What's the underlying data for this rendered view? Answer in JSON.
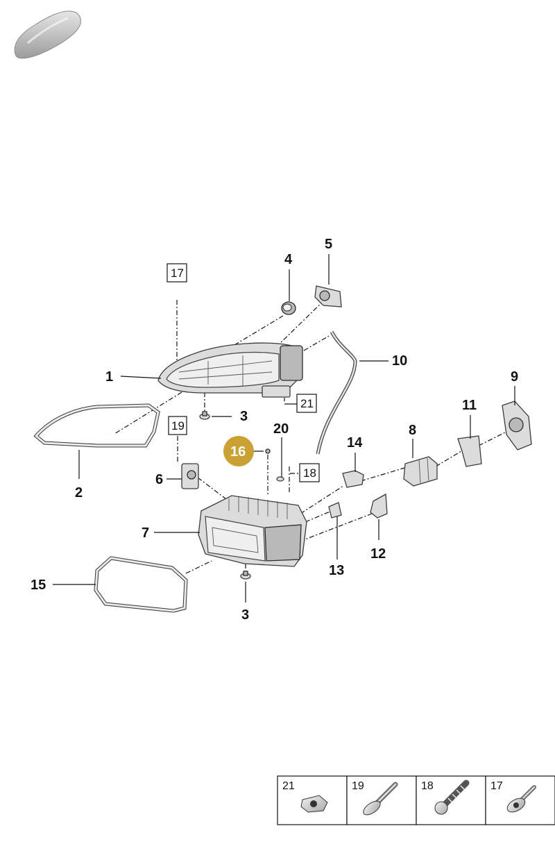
{
  "callouts": {
    "c1": "1",
    "c2": "2",
    "c3a": "3",
    "c3b": "3",
    "c4": "4",
    "c5": "5",
    "c6": "6",
    "c7": "7",
    "c8": "8",
    "c9": "9",
    "c10": "10",
    "c11": "11",
    "c12": "12",
    "c13": "13",
    "c14": "14",
    "c15": "15",
    "c16": "16",
    "c17": "17",
    "c18": "18",
    "c19": "19",
    "c20": "20",
    "c21": "21"
  },
  "highlight": {
    "label": "16",
    "color": "#C9A233"
  },
  "legend": [
    {
      "number": "21",
      "icon": "clip-nut-icon"
    },
    {
      "number": "19",
      "icon": "flange-bolt-icon"
    },
    {
      "number": "18",
      "icon": "threaded-screw-icon"
    },
    {
      "number": "17",
      "icon": "washer-bolt-icon"
    }
  ],
  "colors": {
    "line": "#111111",
    "part_fill": "#dcdcdc",
    "car_icon": "#bdbdbd"
  }
}
